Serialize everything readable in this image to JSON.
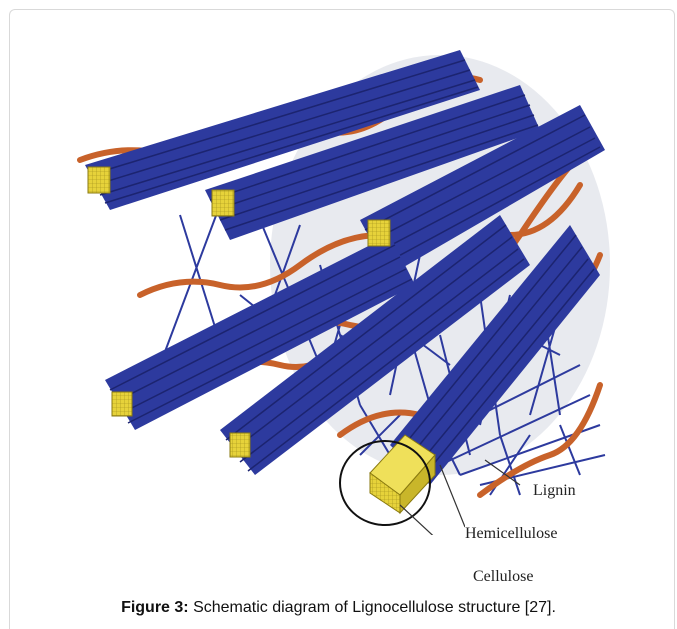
{
  "figure": {
    "caption_prefix": "Figure 3:",
    "caption_text": " Schematic diagram of Lignocellulose structure [27]."
  },
  "labels": {
    "lignin": "Lignin",
    "hemicellulose": "Hemicellulose",
    "cellulose": "Cellulose"
  },
  "colors": {
    "microfibril": "#2d3a9e",
    "microfibril_dark": "#1c2470",
    "lignin": "#c8622a",
    "cellulose": "#e6d23a",
    "background_disc": "#e4e6ec"
  }
}
